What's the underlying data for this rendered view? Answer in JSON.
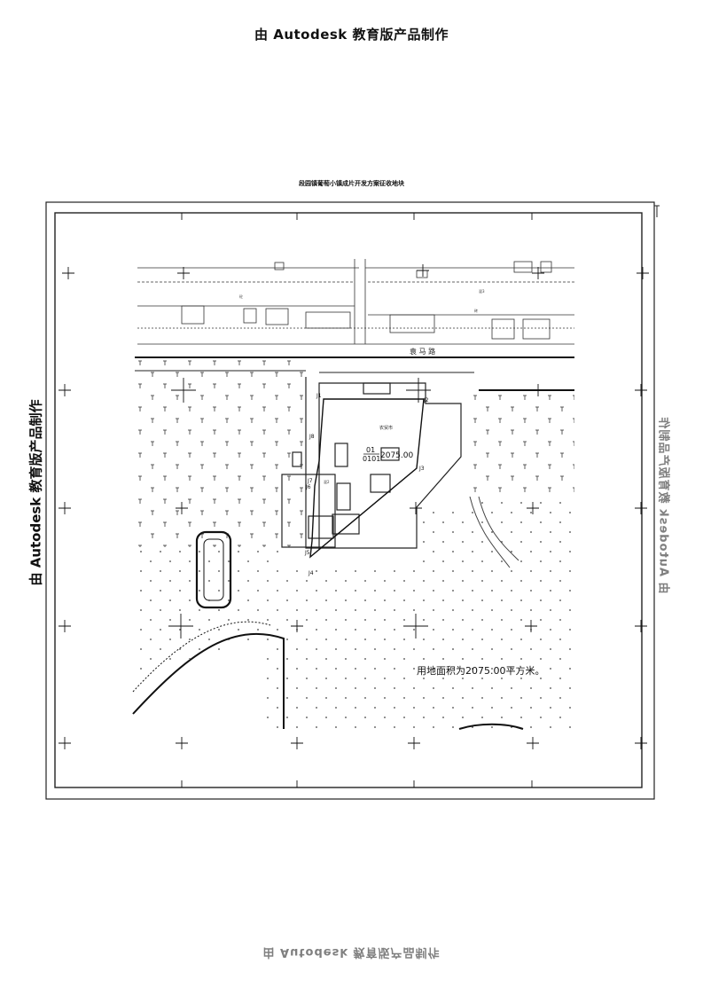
{
  "watermark": "由 Autodesk 教育版产品制作",
  "map_title": "段园镇葡萄小镇成片开发方案征收地块",
  "road_name": "袁  马  路",
  "building_label": "农贸市",
  "parcel": {
    "id_top": "01",
    "id_bottom": "0101",
    "area": "2075.00"
  },
  "control_points": [
    "J1",
    "J2",
    "J3",
    "J4",
    "J5",
    "J6",
    "J7",
    "J8"
  ],
  "area_note": "用地面积为2075.00平方米。",
  "small_labels": {
    "block_a": "砼",
    "block_b": "砖",
    "block_c": "混2",
    "block_d": "混3"
  }
}
